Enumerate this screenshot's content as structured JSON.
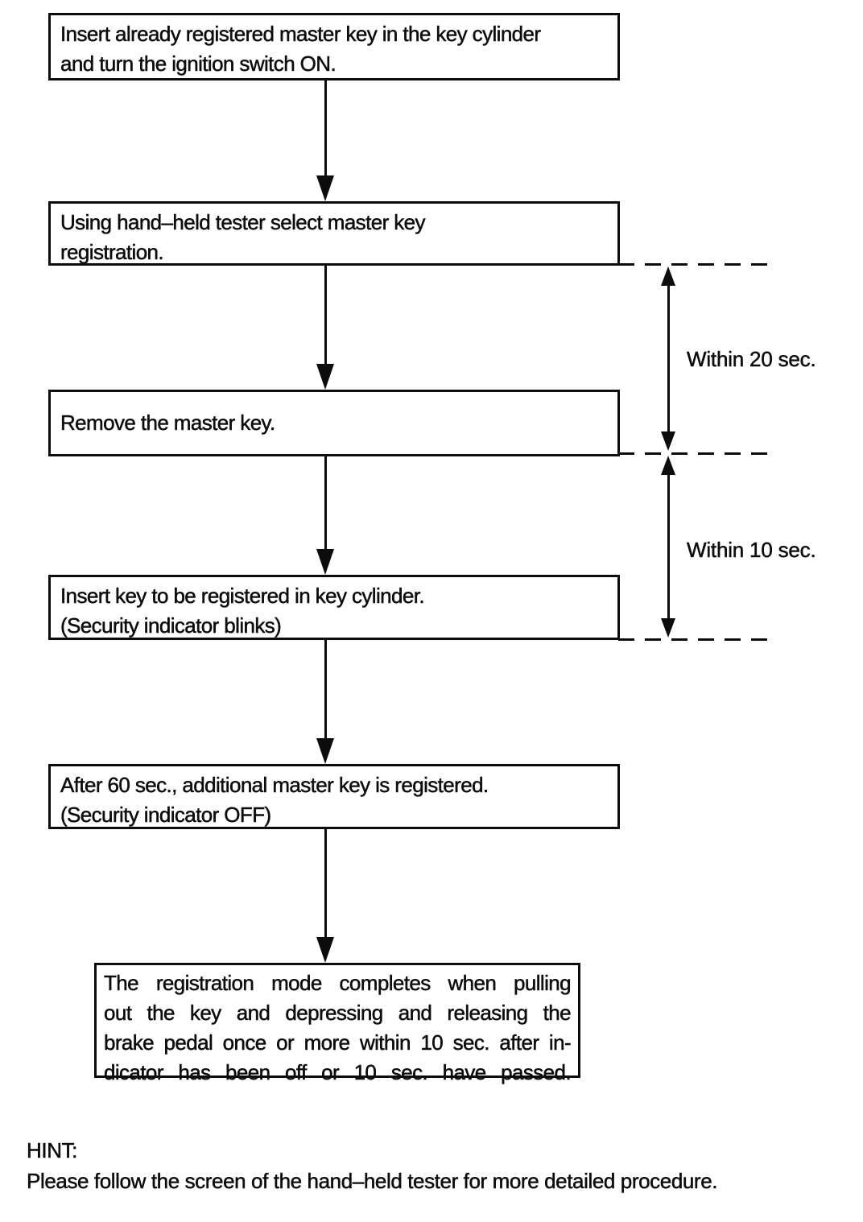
{
  "page": {
    "background_color": "#ffffff",
    "ink_color": "#0c0c0c"
  },
  "flowchart": {
    "steps": [
      {
        "name": "step-1",
        "lines": [
          "Insert already registered master key in the key cylinder",
          "and turn the ignition switch ON."
        ]
      },
      {
        "name": "step-2",
        "lines": [
          "Using hand–held tester select master key",
          "registration."
        ]
      },
      {
        "name": "step-3",
        "lines": [
          "Remove the master key."
        ]
      },
      {
        "name": "step-4",
        "lines": [
          "Insert key to be registered in key cylinder.",
          "(Security indicator blinks)"
        ]
      },
      {
        "name": "step-5",
        "lines": [
          "After 60 sec., additional master key is registered.",
          "(Security indicator OFF)"
        ]
      },
      {
        "name": "step-6",
        "lines": [
          "The registration mode completes when pulling",
          "out the key and depressing and releasing the",
          "brake pedal once or more within 10 sec. after in-",
          "dicator has been off or 10 sec. have passed."
        ]
      }
    ],
    "timing_annotations": [
      {
        "label": "Within 20 sec."
      },
      {
        "label": "Within 10 sec."
      }
    ],
    "hint": {
      "title": "HINT:",
      "text": "Please follow the screen of the hand–held tester for more detailed procedure."
    }
  }
}
